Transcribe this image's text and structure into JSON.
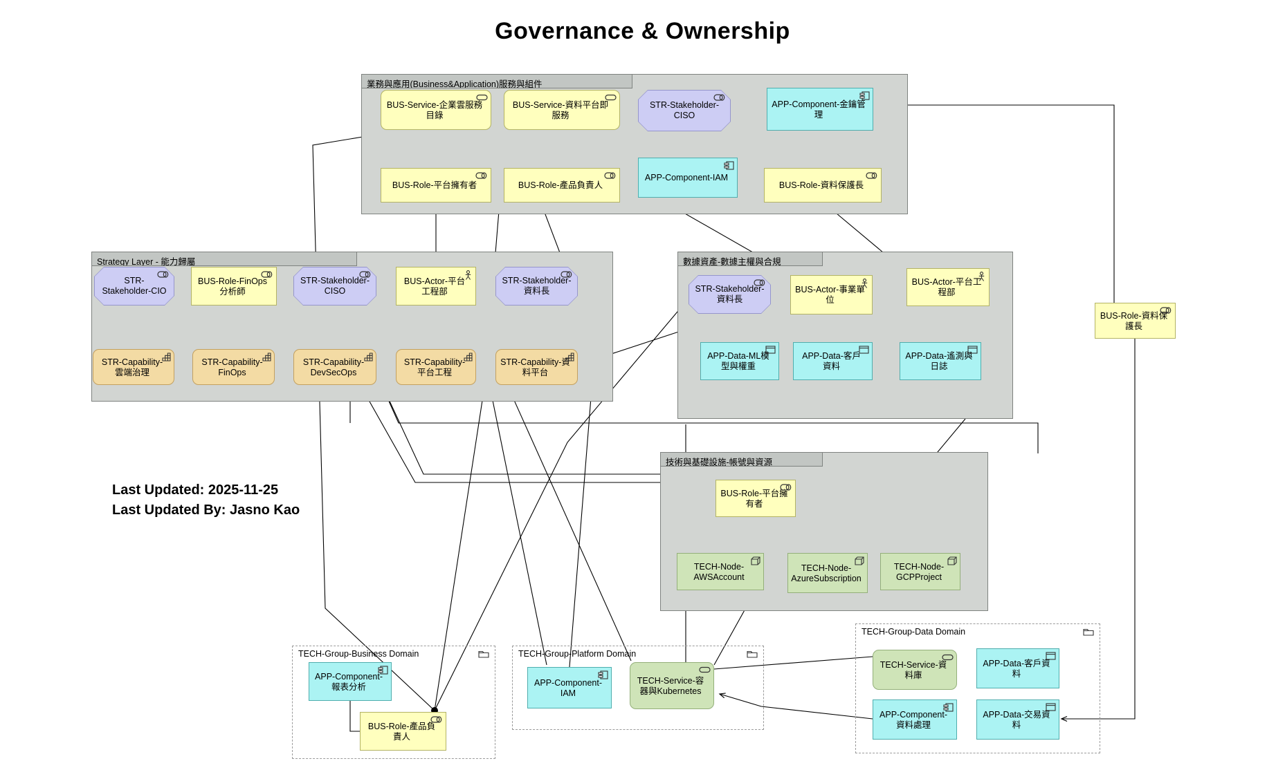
{
  "title": "Governance & Ownership",
  "notes": {
    "line1": "Last Updated: 2025-11-25",
    "line2": "Last Updated By: Jasno Kao"
  },
  "groups": {
    "business_app": "業務與應用(Business&Application)服務與組件",
    "strategy": "Strategy Layer - 能力歸屬",
    "data_assets": "數據資產-數據主權與合規",
    "tech_infra": "技術與基礎設施-帳號與資源",
    "dom_business": "TECH-Group-Business Domain",
    "dom_platform": "TECH-Group-Platform Domain",
    "dom_data": "TECH-Group-Data Domain"
  },
  "nodes": {
    "bus_svc_catalog": "BUS-Service-企業雲服務目錄",
    "bus_svc_dpaas": "BUS-Service-資料平台即服務",
    "str_ciso_top": "STR-Stakeholder-CISO",
    "app_key_mgmt": "APP-Component-金鑰管理",
    "bus_role_platform_owner_top": "BUS-Role-平台擁有者",
    "bus_role_product_owner_top": "BUS-Role-產品負責人",
    "app_iam_top": "APP-Component-IAM",
    "bus_role_dpo_top": "BUS-Role-資料保護長",
    "str_cio": "STR-Stakeholder-CIO",
    "bus_role_finops": "BUS-Role-FinOps分析師",
    "str_ciso_strategy": "STR-Stakeholder-CISO",
    "bus_actor_pe_strategy": "BUS-Actor-平台工程部",
    "str_cdo_strategy": "STR-Stakeholder-資料長",
    "cap_cloud_gov": "STR-Capability-雲端治理",
    "cap_finops": "STR-Capability-FinOps",
    "cap_devsecops": "STR-Capability-DevSecOps",
    "cap_platform_eng": "STR-Capability-平台工程",
    "cap_data_platform": "STR-Capability-資料平台",
    "str_cdo_data": "STR-Stakeholder-資料長",
    "bus_actor_bu": "BUS-Actor-事業單位",
    "bus_actor_pe_data": "BUS-Actor-平台工程部",
    "data_ml": "APP-Data-ML模型與權重",
    "data_customer": "APP-Data-客戶資料",
    "data_telemetry": "APP-Data-遙測與日誌",
    "bus_role_dpo_side": "BUS-Role-資料保護長",
    "bus_role_platform_owner_tech": "BUS-Role-平台擁有者",
    "node_aws": "TECH-Node-AWSAccount",
    "node_azure": "TECH-Node-AzureSubscription",
    "node_gcp": "TECH-Node-GCPProject",
    "app_report": "APP-Component-報表分析",
    "bus_role_product_owner_bottom": "BUS-Role-產品負責人",
    "app_iam_bottom": "APP-Component-IAM",
    "tech_svc_k8s": "TECH-Service-容器與Kubernetes",
    "tech_svc_db": "TECH-Service-資料庫",
    "data_customer2": "APP-Data-客戶資料",
    "app_data_processing": "APP-Component-資料處理",
    "data_transaction": "APP-Data-交易資料"
  },
  "colors": {
    "business_yellow": "#FFFFBE",
    "business_yellow_border": "#B3B364",
    "stakeholder_purple": "#CDCDF4",
    "stakeholder_purple_border": "#9595CC",
    "application_cyan": "#ABF3F3",
    "application_cyan_border": "#4FADAD",
    "technology_green": "#CFE4B8",
    "technology_green_border": "#93AF79",
    "capability_tan": "#F3DBA4",
    "capability_tan_border": "#C3A05F",
    "group_grey": "#D2D5D2",
    "group_grey_header": "#C2C6C3"
  }
}
